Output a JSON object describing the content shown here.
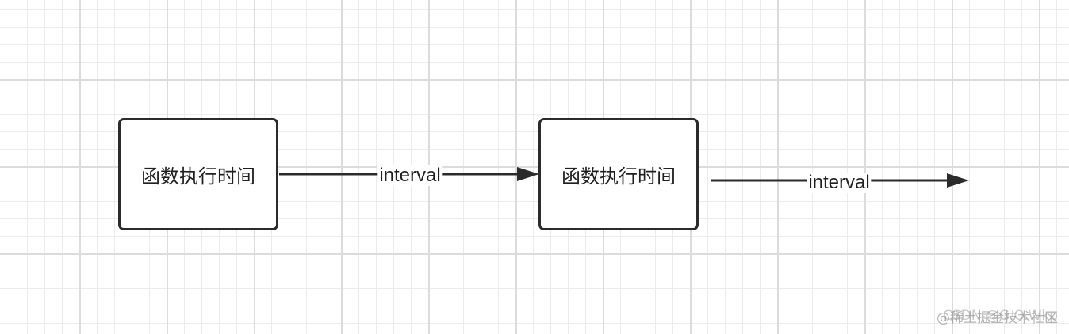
{
  "diagram": {
    "nodes": [
      {
        "id": "node1",
        "label": "函数执行时间"
      },
      {
        "id": "node2",
        "label": "函数执行时间"
      }
    ],
    "edges": [
      {
        "from": "node1",
        "to": "node2",
        "label": "interval"
      },
      {
        "from": "node2",
        "to": "",
        "label": "interval"
      }
    ]
  },
  "watermark": {
    "line1": "@稀土掘金技术社区",
    "line2": "CSDN @G.O.Wkp"
  },
  "colors": {
    "stroke": "#2b2b2b",
    "grid_major": "#dcdcdc",
    "grid_minor": "#ececec",
    "background": "#ffffff"
  }
}
